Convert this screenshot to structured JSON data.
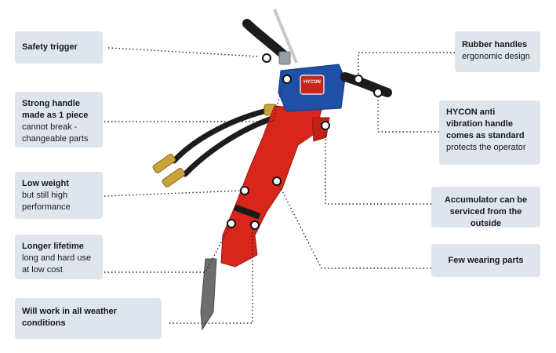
{
  "brand": "HYCON",
  "colors": {
    "callout_bg": "#dfe5ec",
    "body_red": "#d9261c",
    "head_blue": "#1f4fa6",
    "grip_black": "#1c1c1c",
    "chisel_grey": "#6e6e6e",
    "fitting_brass": "#c9a23a"
  },
  "callouts": {
    "safety_trigger": {
      "title": "Safety trigger"
    },
    "strong_handle": {
      "title": "Strong handle made as 1 piece",
      "sub": "cannot break  - changeable parts"
    },
    "low_weight": {
      "title": "Low weight",
      "sub": "but still high performance"
    },
    "longer_lifetime": {
      "title": "Longer lifetime",
      "sub": "long and hard use at low cost"
    },
    "all_weather": {
      "title": "Will work in all weather conditions"
    },
    "rubber_handles": {
      "title": "Rubber handles",
      "sub": "ergonomic design"
    },
    "anti_vibration": {
      "title": "HYCON anti vibration handle comes as standard",
      "sub": "protects the operator"
    },
    "accumulator": {
      "title": "Accumulator can be serviced from the outside"
    },
    "few_wearing_parts": {
      "title": "Few wearing parts"
    }
  }
}
